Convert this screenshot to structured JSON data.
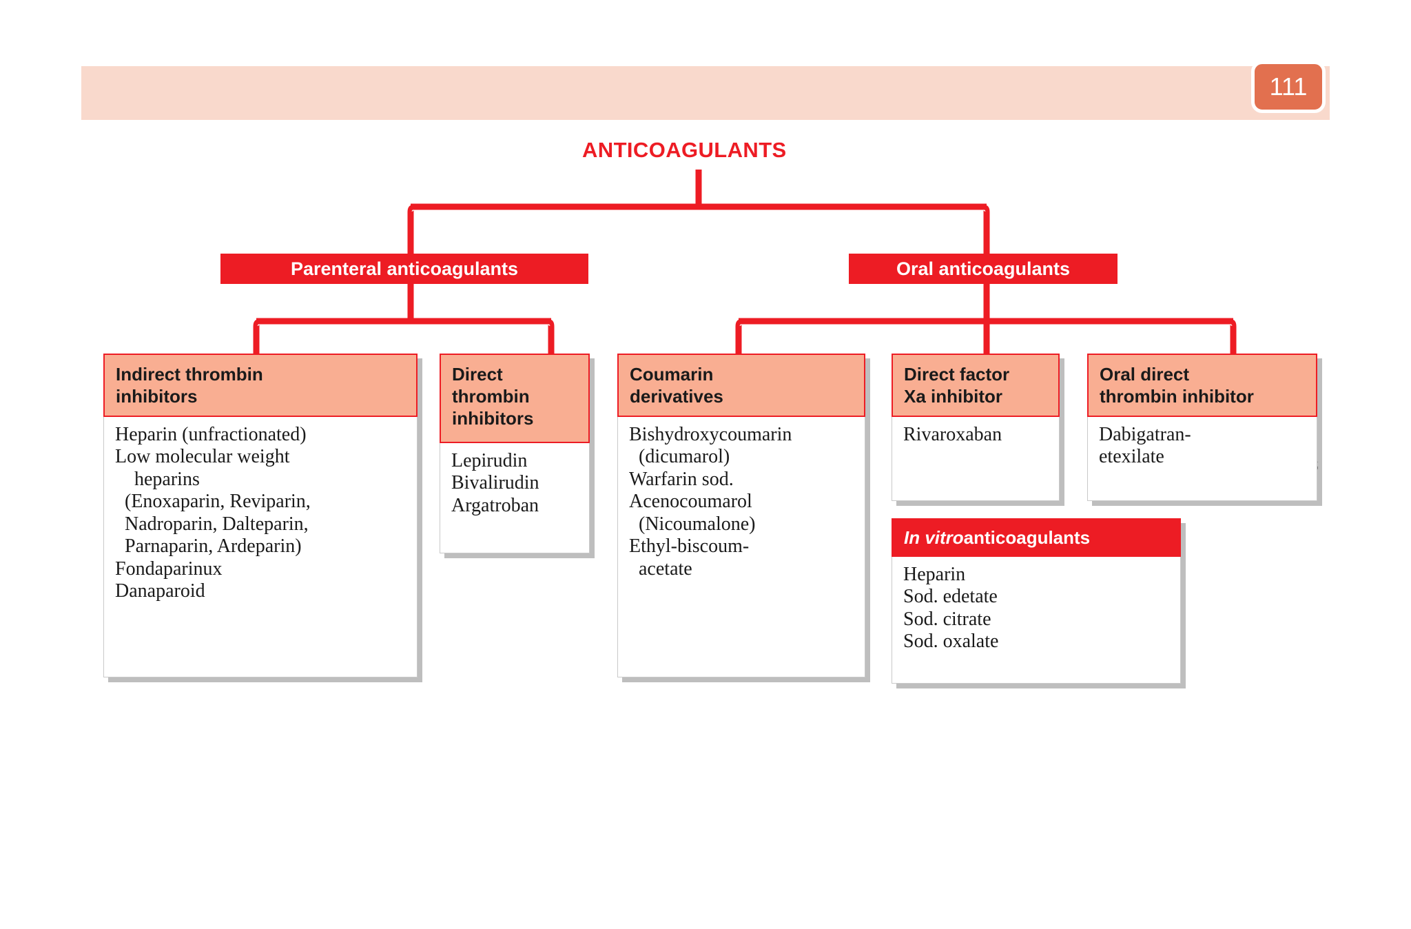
{
  "header": {
    "title": "Anticoagulants",
    "page_number": "111",
    "band_color": "#F9D9CC",
    "badge_color": "#E2704F"
  },
  "colors": {
    "red": "#ED1C24",
    "peach": "#F9AE92",
    "shadow": "#969696"
  },
  "diagram": {
    "root": {
      "label": "ANTICOAGULANTS"
    },
    "branches": [
      {
        "id": "parenteral",
        "label": "Parenteral anticoagulants"
      },
      {
        "id": "oral",
        "label": "Oral anticoagulants"
      }
    ],
    "cards": [
      {
        "id": "indirect-thrombin-inhibitors",
        "title": "Indirect thrombin\ninhibitors",
        "items": [
          "Heparin (unfractionated)",
          "Low molecular weight",
          "    heparins",
          "  (Enoxaparin, Reviparin,",
          "  Nadroparin, Dalteparin,",
          "  Parnaparin, Ardeparin)",
          "Fondaparinux",
          "Danaparoid"
        ]
      },
      {
        "id": "direct-thrombin-inhibitors",
        "title": "Direct\nthrombin\ninhibitors",
        "items": [
          "Lepirudin",
          "Bivalirudin",
          "Argatroban"
        ]
      },
      {
        "id": "coumarin-derivatives",
        "title": "Coumarin\nderivatives",
        "items": [
          "Bishydroxycoumarin",
          "  (dicumarol)",
          "Warfarin sod.",
          "Acenocoumarol",
          "  (Nicoumalone)",
          "Ethyl-biscoum-",
          "  acetate"
        ]
      },
      {
        "id": "direct-factor-xa-inhibitor",
        "title": "Direct factor\nXa inhibitor",
        "items": [
          "Rivaroxaban"
        ]
      },
      {
        "id": "oral-direct-thrombin-inhibitor",
        "title": "Oral direct\nthrombin inhibitor",
        "items": [
          "Dabigatran-",
          "etexilate"
        ]
      }
    ],
    "in_vitro": {
      "id": "in-vitro-anticoagulants",
      "title_italic": "In vitro",
      "title_rest": " anticoagulants",
      "items": [
        "Heparin",
        "Sod. edetate",
        "Sod. citrate",
        "Sod. oxalate"
      ]
    }
  }
}
